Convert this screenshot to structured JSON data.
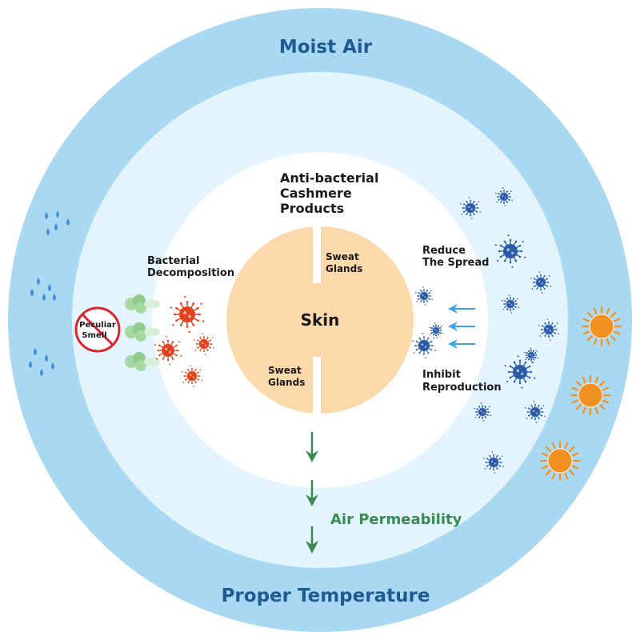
{
  "labels": {
    "outer_top": "Moist Air",
    "outer_bottom": "Proper Temperature",
    "product": [
      "Anti-bacterial",
      "Cashmere",
      "Products"
    ],
    "skin": "Skin",
    "sweat_glands_top": [
      "Sweat",
      "Glands"
    ],
    "sweat_glands_bottom": [
      "Sweat",
      "Glands"
    ],
    "bacterial_decomposition": [
      "Bacterial",
      "Decomposition"
    ],
    "peculiar_smell": [
      "Peculiar",
      "Smell"
    ],
    "reduce_spread": [
      "Reduce",
      "The Spread"
    ],
    "inhibit_reproduction": [
      "Inhibit",
      "Reproduction"
    ],
    "air_permeability": "Air Permeability"
  },
  "colors": {
    "outer_ring": "#a9d9f2",
    "middle_ring": "#e3f4fc",
    "inner_circle": "#ffffff",
    "skin": "#fcd9ab",
    "title_blue": "#1f5b93",
    "air_green": "#3a8a55",
    "bacteria_red": "#e2421e",
    "bacteria_blue": "#2a5aa8",
    "sun_orange": "#f19122",
    "water_blue": "#3f8fdc",
    "arrow_blue": "#3ea2e8",
    "smoke_green": "#a7d8a4"
  },
  "icons": [
    "water-drop-icon",
    "bacteria-icon",
    "sun-icon",
    "smoke-cloud-icon",
    "no-smell-icon",
    "arrow-icon"
  ]
}
